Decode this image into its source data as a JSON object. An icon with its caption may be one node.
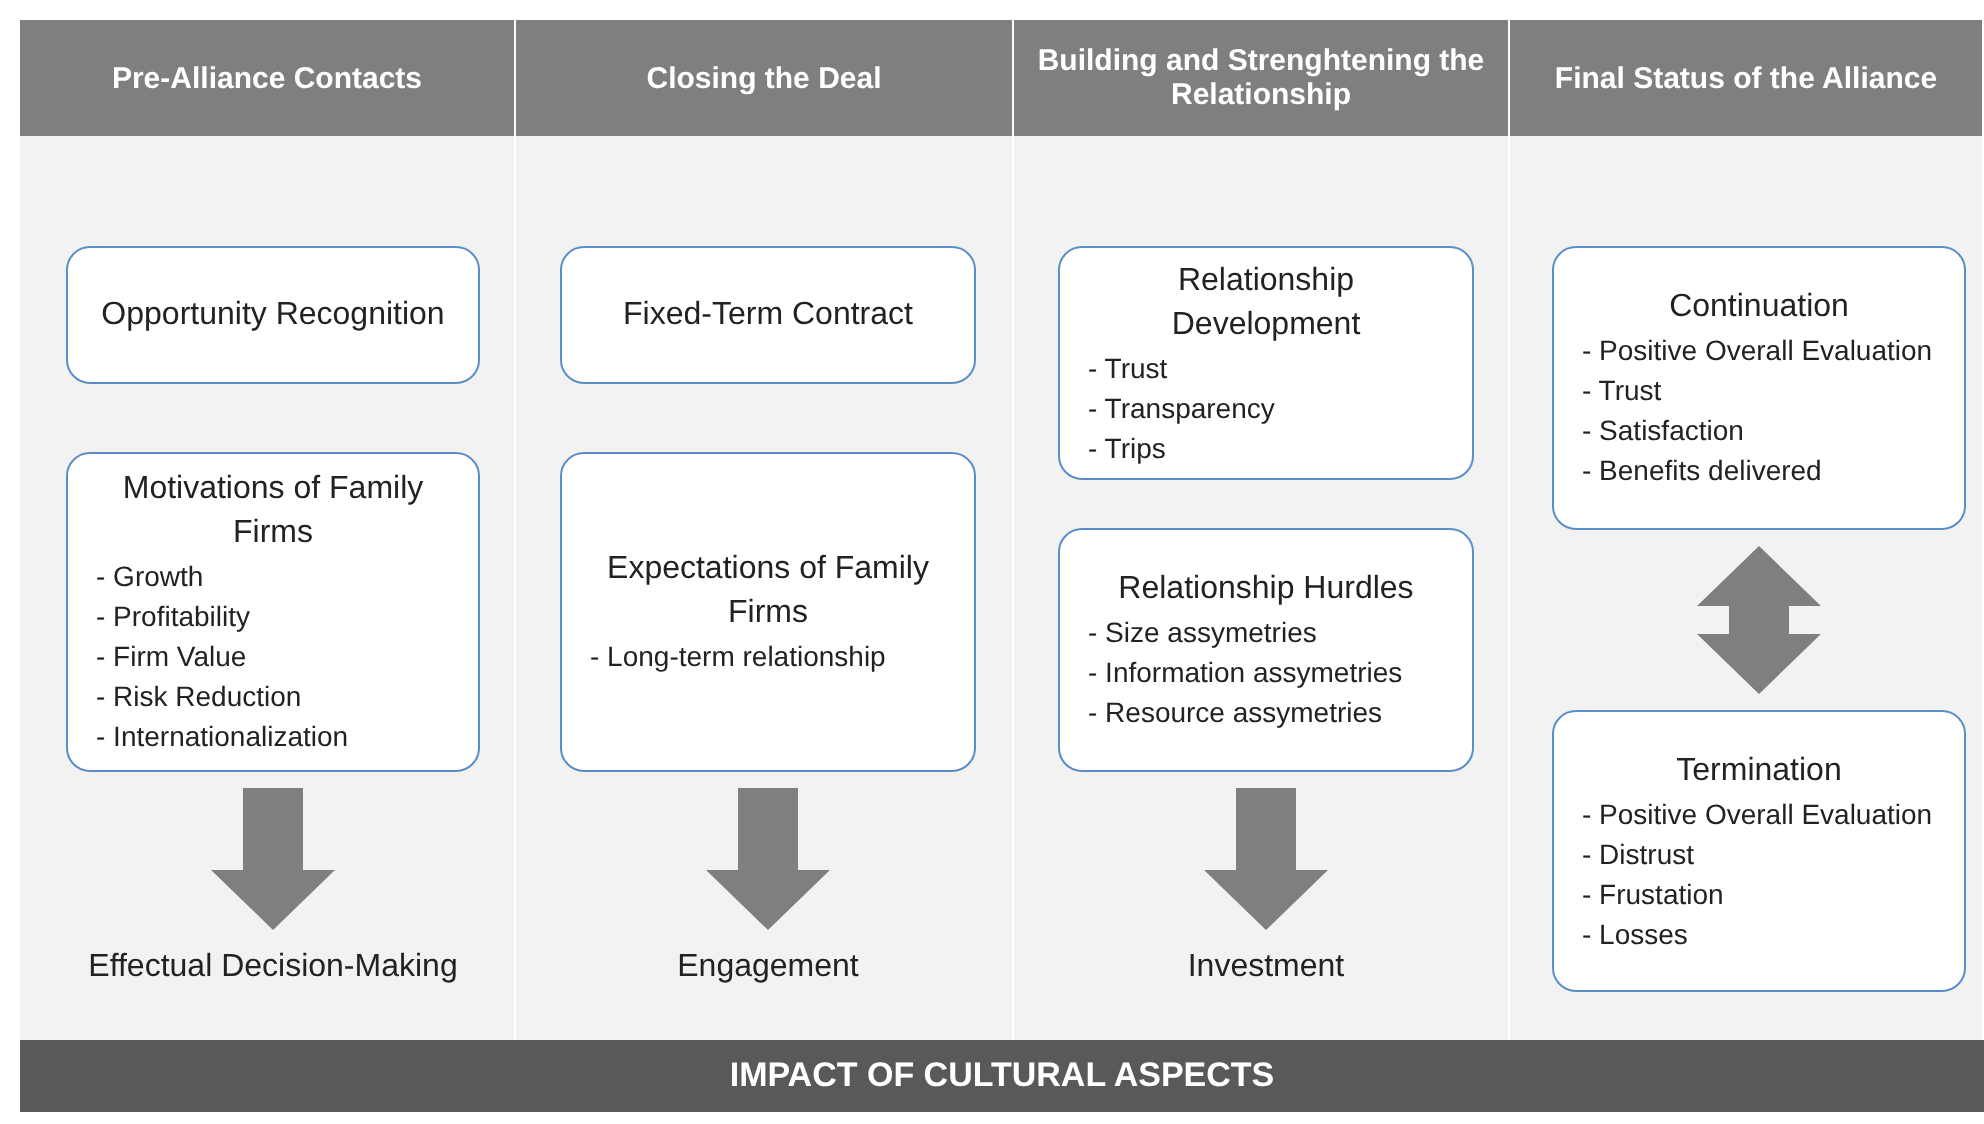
{
  "diagram": {
    "nodes": [
      {
        "text": [
          "Pre-Alliance Contacts"
        ]
      },
      {
        "text": [
          "Opportunity Recognition"
        ],
        "in": 0
      },
      {
        "text": [
          "Motivations of Family Firms",
          "- Growth",
          "- Profitability",
          "- Firm Value",
          "- Risk Reduction",
          "- Internationalization"
        ],
        "in": 0
      },
      {
        "text": [
          "Effectual Decision-Making"
        ],
        "in": 0
      },
      {
        "text": [
          "Closing the Deal"
        ]
      },
      {
        "text": [
          "Fixed-Term Contract"
        ],
        "in": 4
      },
      {
        "text": [
          "Expectations of Family Firms",
          "- Long-term relationship"
        ],
        "in": 4
      },
      {
        "text": [
          "Engagement"
        ],
        "in": 4
      },
      {
        "text": [
          "Building and Strenghtening the Relationship"
        ]
      },
      {
        "text": [
          "Relationship Development",
          "- Trust",
          "- Transparency",
          "- Trips"
        ],
        "in": 8
      },
      {
        "text": [
          "Relationship Hurdles",
          "- Size assymetries",
          "- Information assymetries",
          "- Resource assymetries"
        ],
        "in": 8
      },
      {
        "text": [
          "Investment"
        ],
        "in": 8
      },
      {
        "text": [
          "Final Status of the Alliance"
        ]
      },
      {
        "text": [
          "Continuation",
          "- Positive Overall Evaluation",
          "- Trust",
          "- Satisfaction",
          "- Benefits delivered"
        ],
        "in": 12
      },
      {
        "text": [
          "Termination",
          "- Positive Overall Evaluation",
          "- Distrust",
          "- Frustation",
          "- Losses"
        ],
        "in": 12
      },
      {
        "text": [
          "IMPACT OF CULTURAL ASPECTS"
        ]
      }
    ],
    "edges": [
      {
        "from": 2,
        "to": 3,
        "arrow": "to",
        "style": "thick"
      },
      {
        "from": 6,
        "to": 7,
        "arrow": "to",
        "style": "thick"
      },
      {
        "from": 10,
        "to": 11,
        "arrow": "to",
        "style": "thick"
      },
      {
        "from": 13,
        "to": 14,
        "arrow": "both",
        "style": "thick"
      }
    ]
  }
}
